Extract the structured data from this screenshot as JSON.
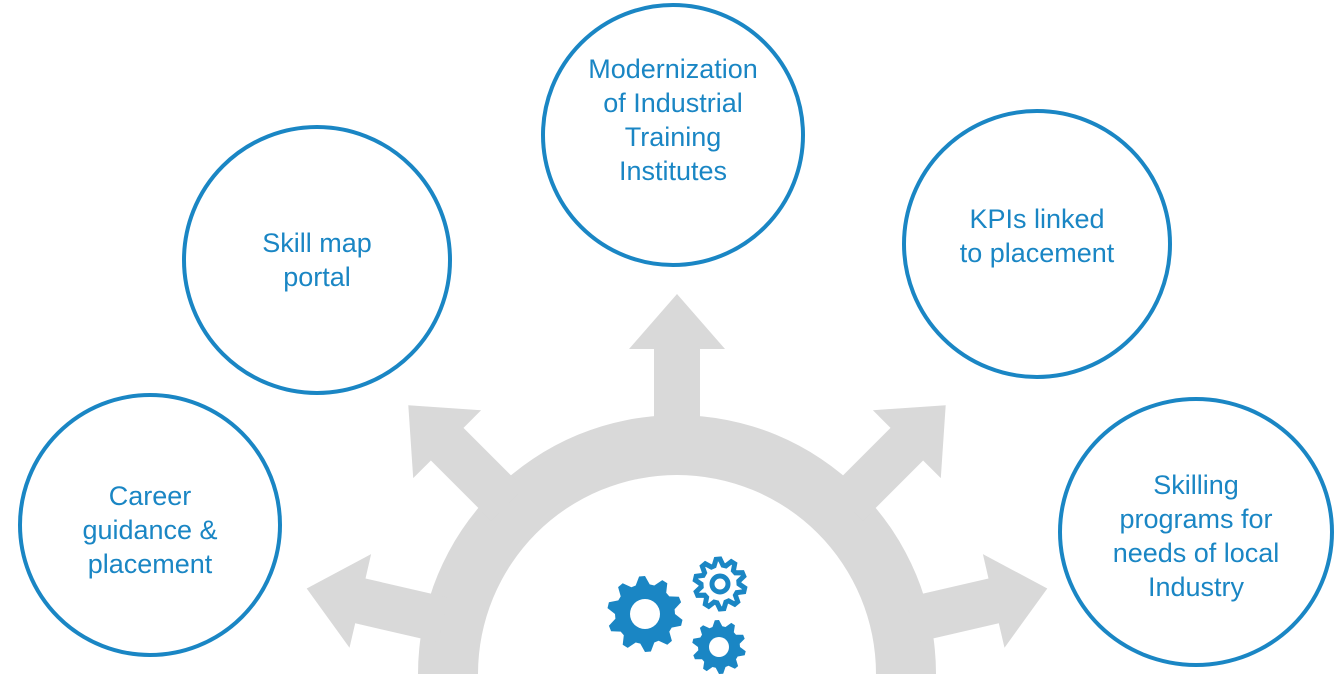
{
  "colors": {
    "accent": "#1a86c4",
    "hub": "#d9d9d9",
    "background": "#ffffff"
  },
  "hub": {
    "center_icon": "gears-icon"
  },
  "nodes": [
    {
      "id": "career",
      "label": "Career\nguidance &\nplacement"
    },
    {
      "id": "skillmap",
      "label": "Skill map\nportal"
    },
    {
      "id": "modernization",
      "label": "Modernization\nof Industrial\nTraining\nInstitutes"
    },
    {
      "id": "kpis",
      "label": "KPIs linked\nto placement"
    },
    {
      "id": "skilling",
      "label": "Skilling\nprograms for\nneeds of local\nIndustry"
    }
  ]
}
